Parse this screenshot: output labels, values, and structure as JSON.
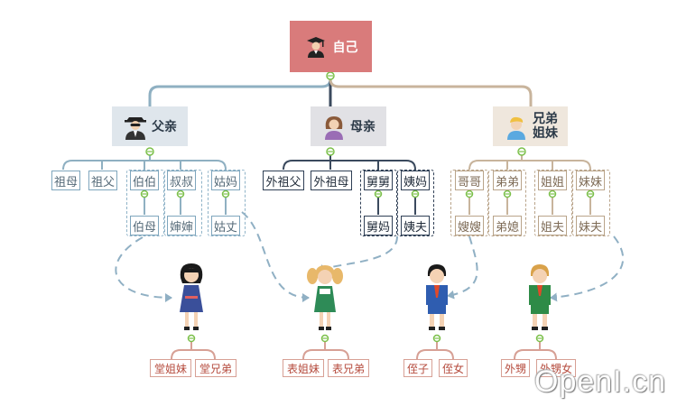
{
  "root": {
    "label": "自己",
    "icon": "graduate-person-icon",
    "color": "#d97b7b"
  },
  "branches": {
    "father": {
      "label": "父亲",
      "icon": "spy-man-icon"
    },
    "mother": {
      "label": "母亲",
      "icon": "woman-icon"
    },
    "siblings": {
      "label_line1": "兄弟",
      "label_line2": "姐妹",
      "icon": "blond-boy-icon"
    }
  },
  "father_side": {
    "grandmother": "祖母",
    "grandfather": "祖父",
    "elder_uncle": "伯伯",
    "younger_uncle": "叔叔",
    "aunt": "姑妈",
    "elder_uncle_wife": "伯母",
    "younger_uncle_wife": "婶婶",
    "aunt_husband": "姑丈"
  },
  "mother_side": {
    "grandfather": "外祖父",
    "grandmother": "外祖母",
    "uncle": "舅舅",
    "aunt": "姨妈",
    "uncle_wife": "舅妈",
    "aunt_husband": "姨夫"
  },
  "sibling_side": {
    "elder_brother": "哥哥",
    "younger_brother": "弟弟",
    "elder_sister": "姐姐",
    "younger_sister": "妹妹",
    "elder_brother_wife": "嫂嫂",
    "younger_brother_wife": "弟媳",
    "elder_sister_husband": "姐夫",
    "younger_sister_husband": "妹夫"
  },
  "children": {
    "paternal_cousins": {
      "icon": "girl-blue-dress-icon",
      "sister": "堂姐妹",
      "brother": "堂兄弟"
    },
    "maternal_cousins": {
      "icon": "girl-pigtails-icon",
      "sister": "表姐妹",
      "brother": "表兄弟"
    },
    "brother_children": {
      "icon": "boy-red-tie-icon",
      "son": "侄子",
      "daughter": "侄女"
    },
    "sister_children": {
      "icon": "boy-green-icon",
      "son": "外甥",
      "daughter": "外甥女"
    }
  },
  "colors": {
    "blue": "#7fa6bd",
    "navy": "#2f3f55",
    "tan": "#b9a48a",
    "red": "#d7a095",
    "collapse": "#7cc04b"
  },
  "watermark": "OpenI.cn"
}
